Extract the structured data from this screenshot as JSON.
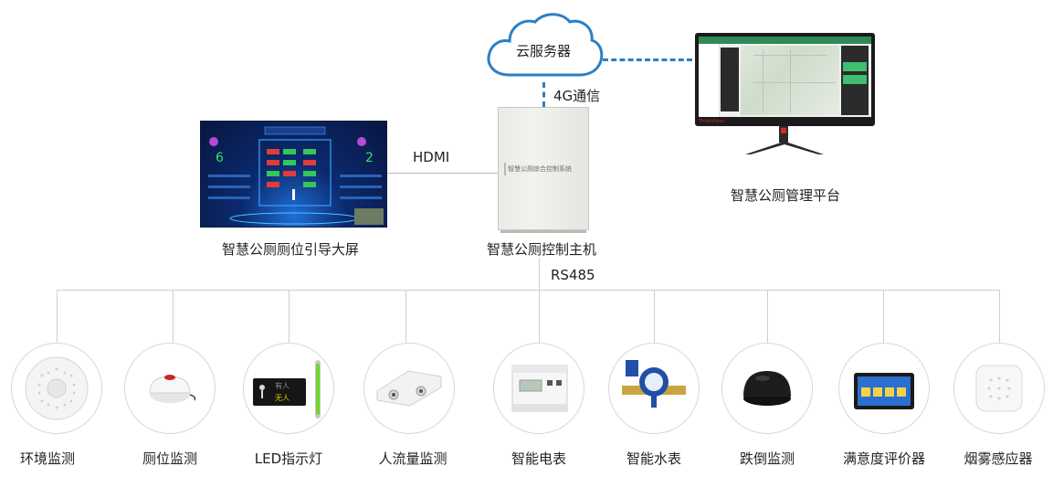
{
  "cloud": {
    "label": "云服务器"
  },
  "links": {
    "cellular": "4G通信",
    "display_link": "HDMI",
    "bus": "RS485"
  },
  "controller": {
    "label": "智慧公厕控制主机",
    "panel_text": "智慧公厕综合控制系统"
  },
  "guide_screen": {
    "label": "智慧公厕厕位引导大屏"
  },
  "platform": {
    "label": "智慧公厕管理平台"
  },
  "devices": [
    {
      "label": "环境监测",
      "icon": "environment-sensor-icon"
    },
    {
      "label": "厕位监测",
      "icon": "stall-sensor-icon"
    },
    {
      "label": "LED指示灯",
      "icon": "led-indicator-icon",
      "sign_top": "有人",
      "sign_bottom": "无人"
    },
    {
      "label": "人流量监测",
      "icon": "people-counter-icon"
    },
    {
      "label": "智能电表",
      "icon": "electric-meter-icon"
    },
    {
      "label": "智能水表",
      "icon": "water-meter-icon"
    },
    {
      "label": "跌倒监测",
      "icon": "fall-detector-icon"
    },
    {
      "label": "满意度评价器",
      "icon": "rating-device-icon"
    },
    {
      "label": "烟雾感应器",
      "icon": "smoke-detector-icon"
    }
  ],
  "colors": {
    "link_blue": "#2b7fc4",
    "tree_gray": "#cfcfcf"
  }
}
